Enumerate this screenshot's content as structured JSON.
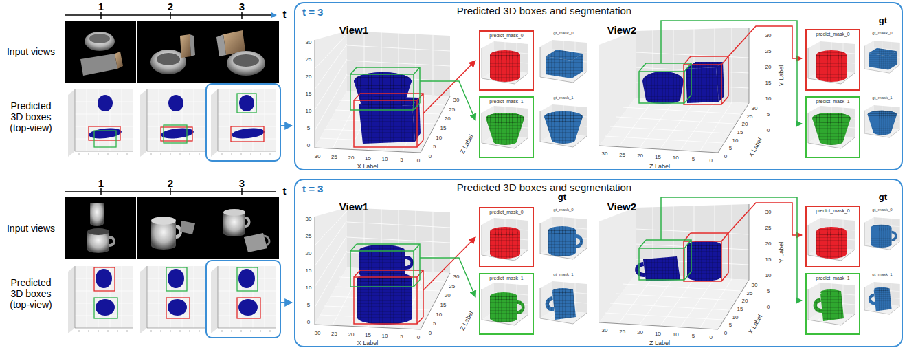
{
  "diagram": {
    "nodes": [
      {
        "text": [
          "t = 3",
          "Predicted 3D boxes and segmentation"
        ]
      },
      {
        "text": [
          "predict_mask_0"
        ],
        "in": 0
      },
      {
        "text": [
          "predict_mask_1"
        ],
        "in": 0
      },
      {
        "text": [
          "predict_mask_0"
        ],
        "in": 0
      },
      {
        "text": [
          "predict_mask_1"
        ],
        "in": 0
      },
      {
        "text": [
          "t = 3",
          "Predicted 3D boxes and segmentation"
        ]
      },
      {
        "text": [
          "predict_mask_0"
        ],
        "in": 5
      },
      {
        "text": [
          "predict_mask_1"
        ],
        "in": 5
      },
      {
        "text": [
          "predict_mask_0"
        ],
        "in": 5
      },
      {
        "text": [
          "predict_mask_1"
        ],
        "in": 5
      }
    ],
    "labels": [
      "1",
      "2",
      "3",
      "t",
      "Input views",
      "Predicted 3D boxes (top-view)",
      "View1",
      "30",
      "25",
      "20",
      "15",
      "10",
      "5",
      "0",
      "30",
      "25",
      "20",
      "15",
      "10",
      "5",
      "0",
      "X Label",
      "0",
      "5",
      "10",
      "15",
      "20",
      "25",
      "30",
      "Z Label",
      "gt_mask_0",
      "gt_mask_1",
      "View2",
      "gt",
      "gt_mask_0",
      "gt_mask_1",
      "30",
      "25",
      "20",
      "15",
      "10",
      "5",
      "0",
      "Y Label",
      "30",
      "25",
      "20",
      "15",
      "10",
      "5",
      "0",
      "Z Label",
      "0",
      "5",
      "10",
      "15",
      "20",
      "25",
      "30",
      "X Label",
      "1",
      "2",
      "3",
      "t",
      "Input views",
      "Predicted 3D boxes (top-view)",
      "View1",
      "30",
      "25",
      "20",
      "15",
      "10",
      "5",
      "0",
      "30",
      "25",
      "20",
      "15",
      "10",
      "5",
      "0",
      "X Label",
      "0",
      "5",
      "10",
      "15",
      "20",
      "25",
      "30",
      "Z Label",
      "gt",
      "gt_mask_0",
      "gt_mask_1",
      "View2",
      "gt",
      "gt_mask_0",
      "gt_mask_1",
      "30",
      "25",
      "20",
      "15",
      "10",
      "5",
      "0",
      "Y Label",
      "30",
      "25",
      "20",
      "15",
      "10",
      "5",
      "0",
      "Z Label",
      "0",
      "5",
      "10",
      "15",
      "20",
      "25",
      "30",
      "X Label"
    ]
  }
}
